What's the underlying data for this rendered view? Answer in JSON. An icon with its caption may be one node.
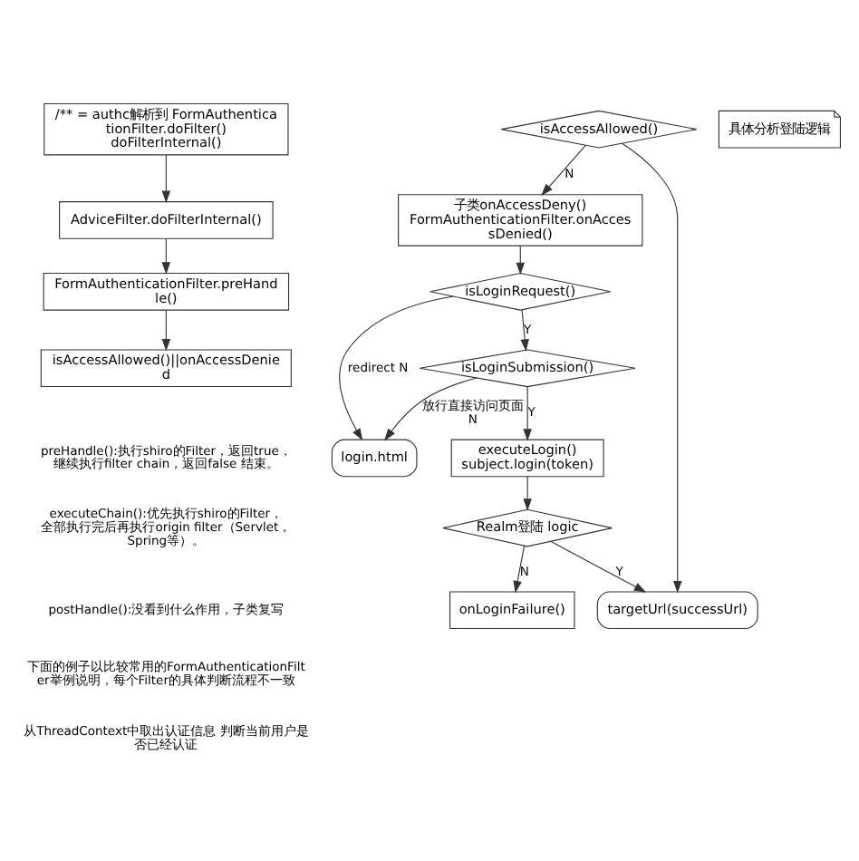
{
  "diagram": {
    "nodes": [
      {
        "text": [
          "/** = authc解析到 FormAuthenticationFilter.doFilter()",
          "doFilterInternal()"
        ]
      },
      {
        "text": [
          "AdviceFilter.doFilterInternal()"
        ]
      },
      {
        "text": [
          "FormAuthenticationFilter.preHandle()"
        ]
      },
      {
        "text": [
          "isAccessAllowed()||onAccessDenied"
        ]
      },
      {
        "text": [
          "isAccessAllowed()"
        ]
      },
      {
        "text": [
          "子类onAccessDeny()",
          "FormAuthenticationFilter.onAccessDenied()"
        ]
      },
      {
        "text": [
          "isLoginRequest()"
        ]
      },
      {
        "text": [
          "isLoginSubmission()"
        ]
      },
      {
        "text": [
          "executeLogin()",
          "subject.login(token)"
        ]
      },
      {
        "text": [
          "Realm登陆 logic"
        ]
      },
      {
        "text": [
          "具体分析登陆逻辑"
        ]
      },
      {
        "text": [
          "login.html"
        ]
      },
      {
        "text": [
          "targetUrl(successUrl)"
        ]
      },
      {
        "text": [
          "onLoginFailure()"
        ]
      }
    ],
    "edges": [
      {
        "from": 0,
        "to": 1,
        "arrow": "to"
      },
      {
        "from": 1,
        "to": 2,
        "arrow": "to"
      },
      {
        "from": 2,
        "to": 3,
        "arrow": "to"
      },
      {
        "from": 4,
        "to": 5,
        "arrow": "to",
        "label": "N"
      },
      {
        "from": 5,
        "to": 6,
        "arrow": "to"
      },
      {
        "from": 6,
        "to": 11,
        "arrow": "to",
        "label": "redirect N"
      },
      {
        "from": 6,
        "to": 7,
        "arrow": "to",
        "label": "Y"
      },
      {
        "from": 7,
        "to": 11,
        "arrow": "to",
        "label": "放行直接访问页面 N"
      },
      {
        "from": 7,
        "to": 8,
        "arrow": "to",
        "label": "Y"
      },
      {
        "from": 8,
        "to": 9,
        "arrow": "to"
      },
      {
        "from": 4,
        "to": 12,
        "arrow": "to"
      },
      {
        "from": 9,
        "to": 12,
        "arrow": "to",
        "label": "Y"
      },
      {
        "from": 9,
        "to": 13,
        "arrow": "to",
        "label": "N"
      }
    ],
    "labels": [
      "preHandle():执行shiro的Filter，返回true，继续执行filter chain，返回false 结束。",
      "executeChain():优先执行shiro的Filter，全部执行完后再执行origin filter（Servlet，Spring等）。",
      "postHandle():没看到什么作用，子类复写",
      "下面的例子以比较常用的FormAuthenticationFilter举例说明，每个Filter的具体判断流程不一致",
      "从ThreadContext中取出认证信息 判断当前用户是否已经认证"
    ]
  }
}
